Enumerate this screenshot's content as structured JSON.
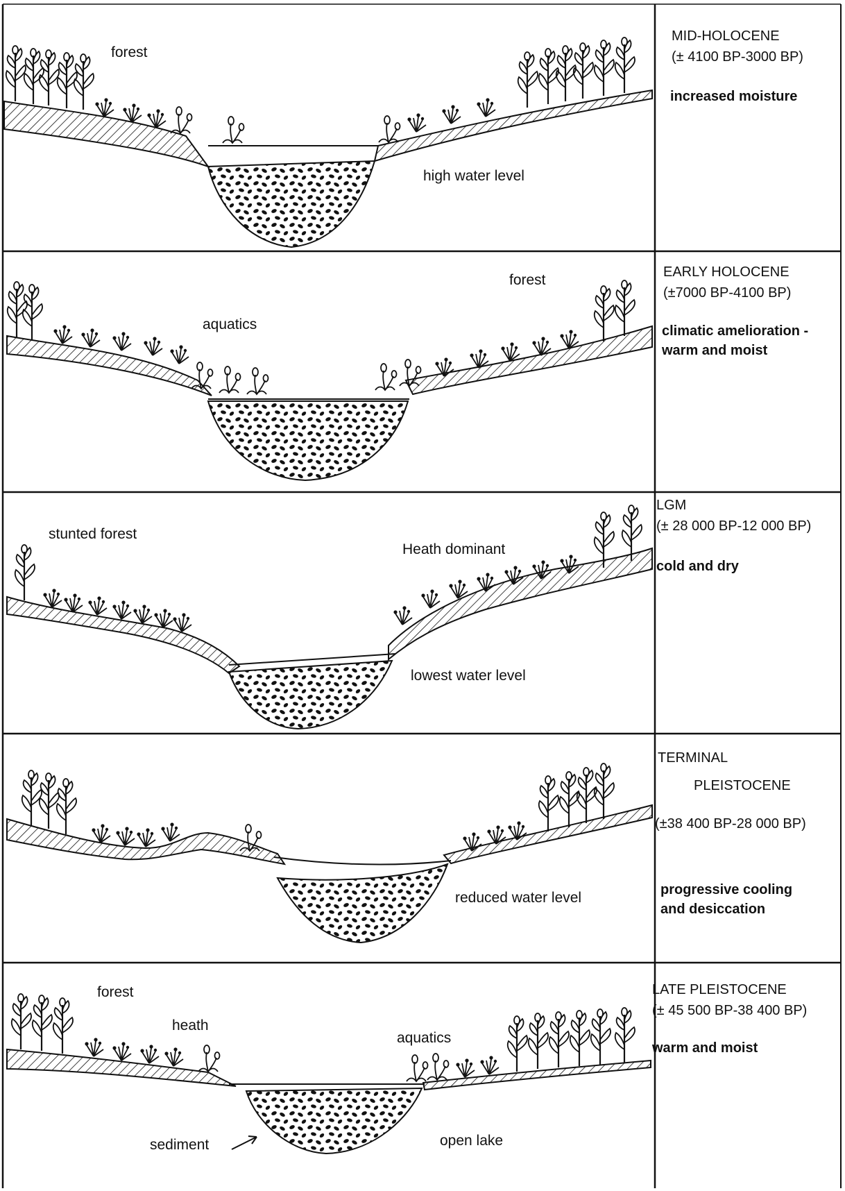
{
  "panels": [
    {
      "period": "MID-HOLOCENE",
      "dates": "(± 4100 BP-3000 BP)",
      "climate": [
        "increased moisture"
      ],
      "labels": {
        "forest": "forest",
        "water": "high water level"
      }
    },
    {
      "period": "EARLY HOLOCENE",
      "dates": "(±7000 BP-4100 BP)",
      "climate": [
        "climatic amelioration -",
        "warm and moist"
      ],
      "labels": {
        "forest": "forest",
        "aquatics": "aquatics"
      }
    },
    {
      "period": "LGM",
      "dates": "(± 28 000 BP-12 000 BP)",
      "climate": [
        "cold and dry"
      ],
      "labels": {
        "stunted": "stunted forest",
        "heath": "Heath dominant",
        "water": "lowest water level"
      }
    },
    {
      "period": [
        "TERMINAL",
        "PLEISTOCENE"
      ],
      "dates": "(±38 400 BP-28 000 BP)",
      "climate": [
        "progressive cooling",
        "and desiccation"
      ],
      "labels": {
        "water": "reduced water level"
      }
    },
    {
      "period": "LATE PLEISTOCENE",
      "dates": "(± 45 500 BP-38 400 BP)",
      "climate": [
        "warm and moist"
      ],
      "labels": {
        "forest": "forest",
        "heath": "heath",
        "aquatics": "aquatics",
        "sediment": "sediment",
        "lake": "open lake"
      }
    }
  ],
  "colors": {
    "ink": "#111111",
    "paper": "#ffffff"
  },
  "icons": [
    "tree-icon",
    "shrub-icon",
    "aquatic-plant-icon",
    "arrow-icon"
  ]
}
